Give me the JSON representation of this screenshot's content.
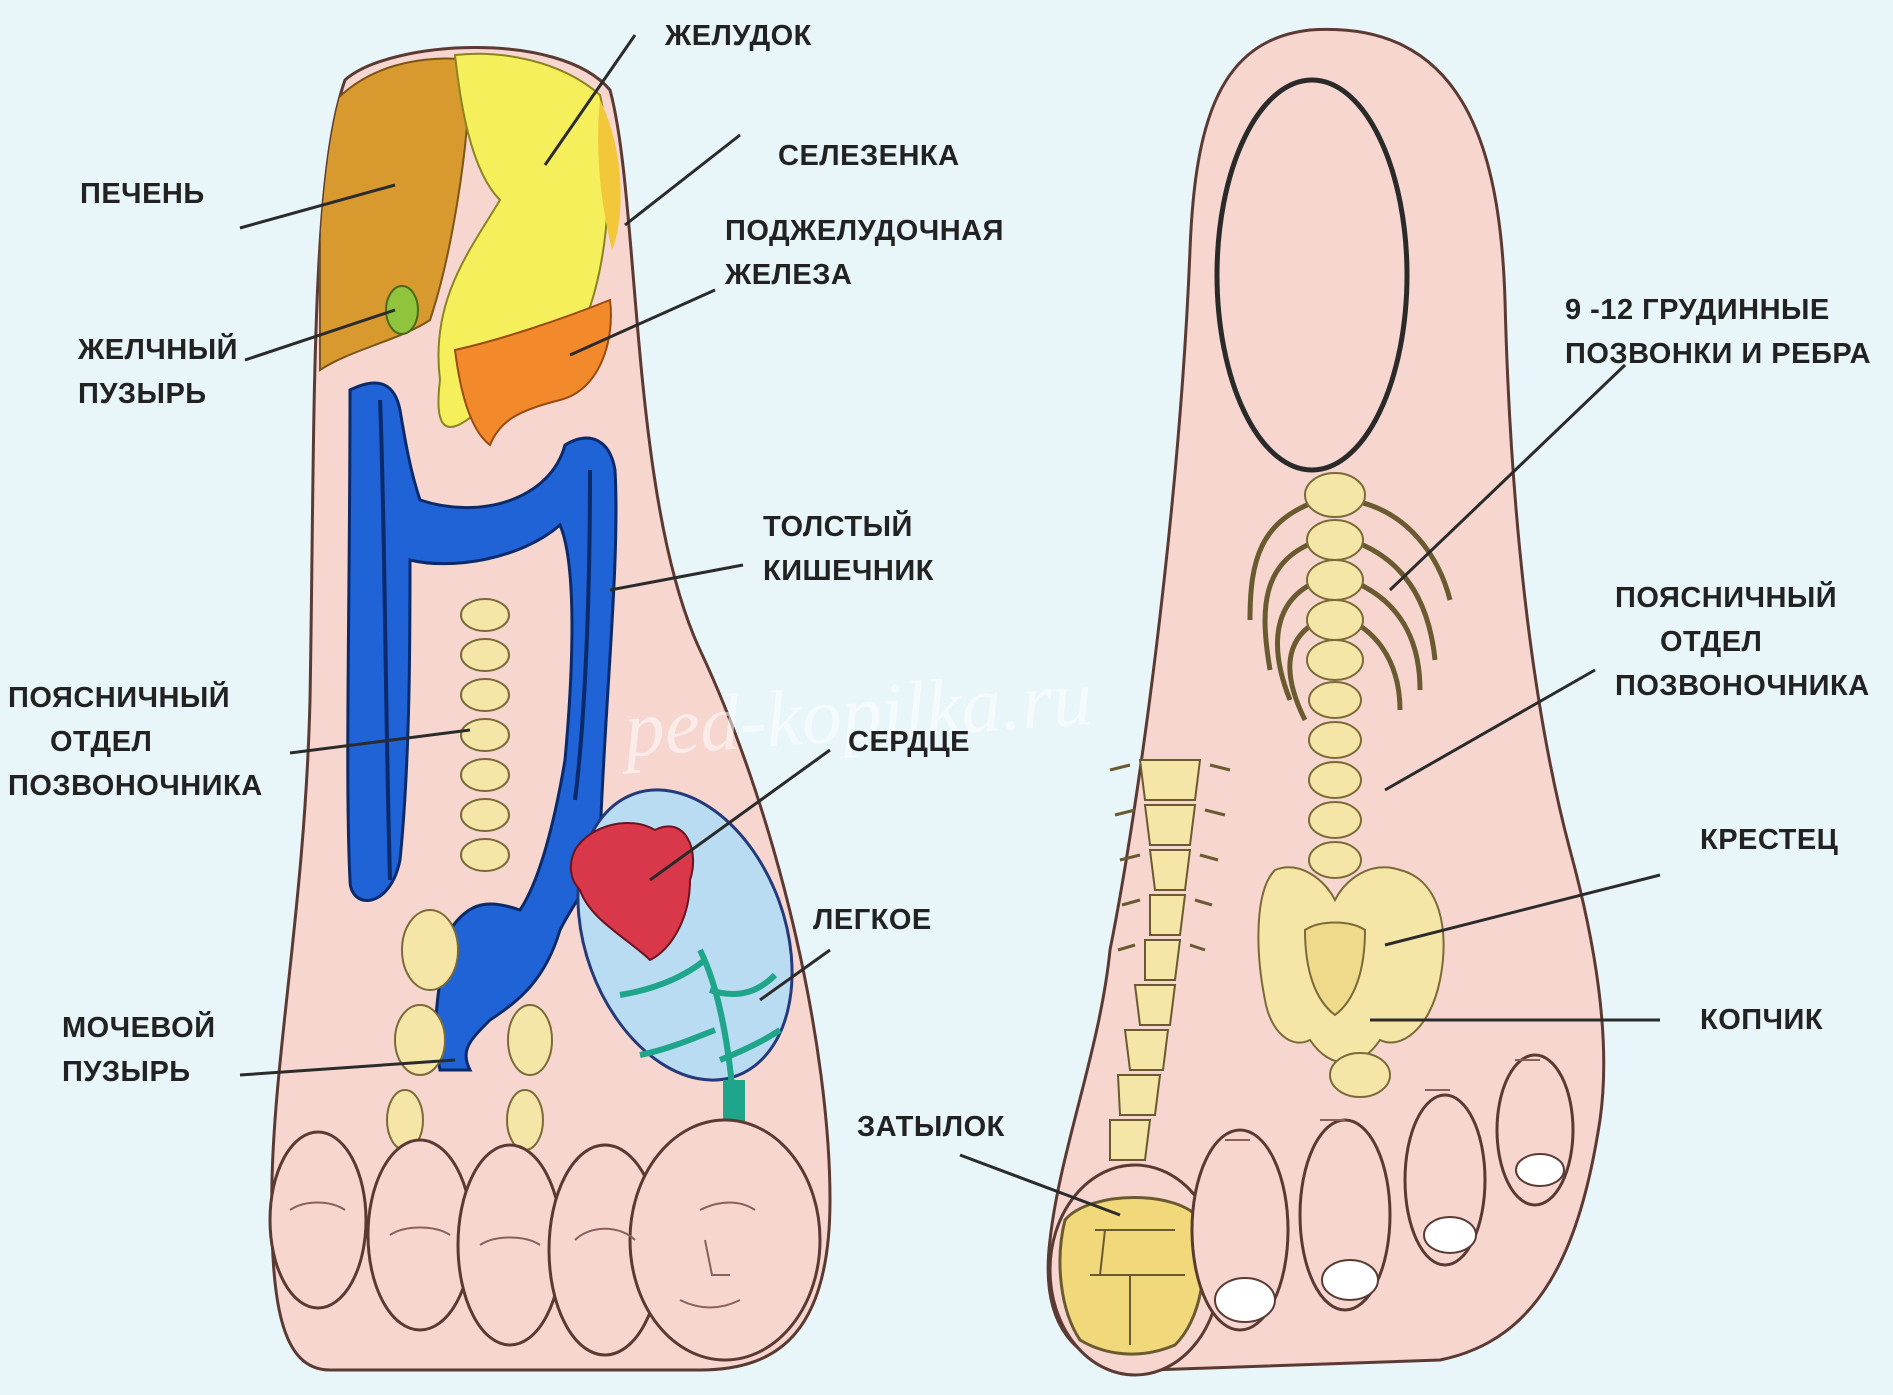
{
  "colors": {
    "background": "#e8f5f9",
    "skin": "#f6d6cf",
    "liver": "#d89a2e",
    "stomach": "#f4ef5a",
    "pancreas": "#f28a2c",
    "gallbladder": "#8fc43c",
    "colon": "#1f63d6",
    "bone": "#f5e6a8",
    "lung": "#b9dcf2",
    "heart": "#d9384a",
    "bronchi": "#1fa58a",
    "leader_line": "#2b2b2b"
  },
  "watermark": "ped-kopilka.ru",
  "left_foot": {
    "labels": [
      {
        "id": "stomach",
        "lines": [
          "ЖЕЛУДОК"
        ]
      },
      {
        "id": "spleen",
        "lines": [
          "СЕЛЕЗЕНКА"
        ]
      },
      {
        "id": "liver",
        "lines": [
          "ПЕЧЕНЬ"
        ]
      },
      {
        "id": "pancreas",
        "lines": [
          "ПОДЖЕЛУДОЧНАЯ",
          "ЖЕЛЕЗА"
        ]
      },
      {
        "id": "gallbladder",
        "lines": [
          "ЖЕЛЧНЫЙ",
          "ПУЗЫРЬ"
        ]
      },
      {
        "id": "colon",
        "lines": [
          "ТОЛСТЫЙ",
          "КИШЕЧНИК"
        ]
      },
      {
        "id": "lumbar",
        "lines": [
          "ПОЯСНИЧНЫЙ",
          "ОТДЕЛ",
          "ПОЗВОНОЧНИКА"
        ]
      },
      {
        "id": "heart",
        "lines": [
          "СЕРДЦЕ"
        ]
      },
      {
        "id": "lung",
        "lines": [
          "ЛЕГКОЕ"
        ]
      },
      {
        "id": "bladder",
        "lines": [
          "МОЧЕВОЙ",
          "ПУЗЫРЬ"
        ]
      }
    ]
  },
  "right_foot": {
    "labels": [
      {
        "id": "thoracic",
        "lines": [
          "9 -12 ГРУДИННЫЕ",
          "ПОЗВОНКИ И РЕБРА"
        ]
      },
      {
        "id": "lumbar",
        "lines": [
          "ПОЯСНИЧНЫЙ",
          "ОТДЕЛ",
          "ПОЗВОНОЧНИКА"
        ]
      },
      {
        "id": "sacrum",
        "lines": [
          "КРЕСТЕЦ"
        ]
      },
      {
        "id": "coccyx",
        "lines": [
          "КОПЧИК"
        ]
      },
      {
        "id": "occiput",
        "lines": [
          "ЗАТЫЛОК"
        ]
      }
    ]
  }
}
